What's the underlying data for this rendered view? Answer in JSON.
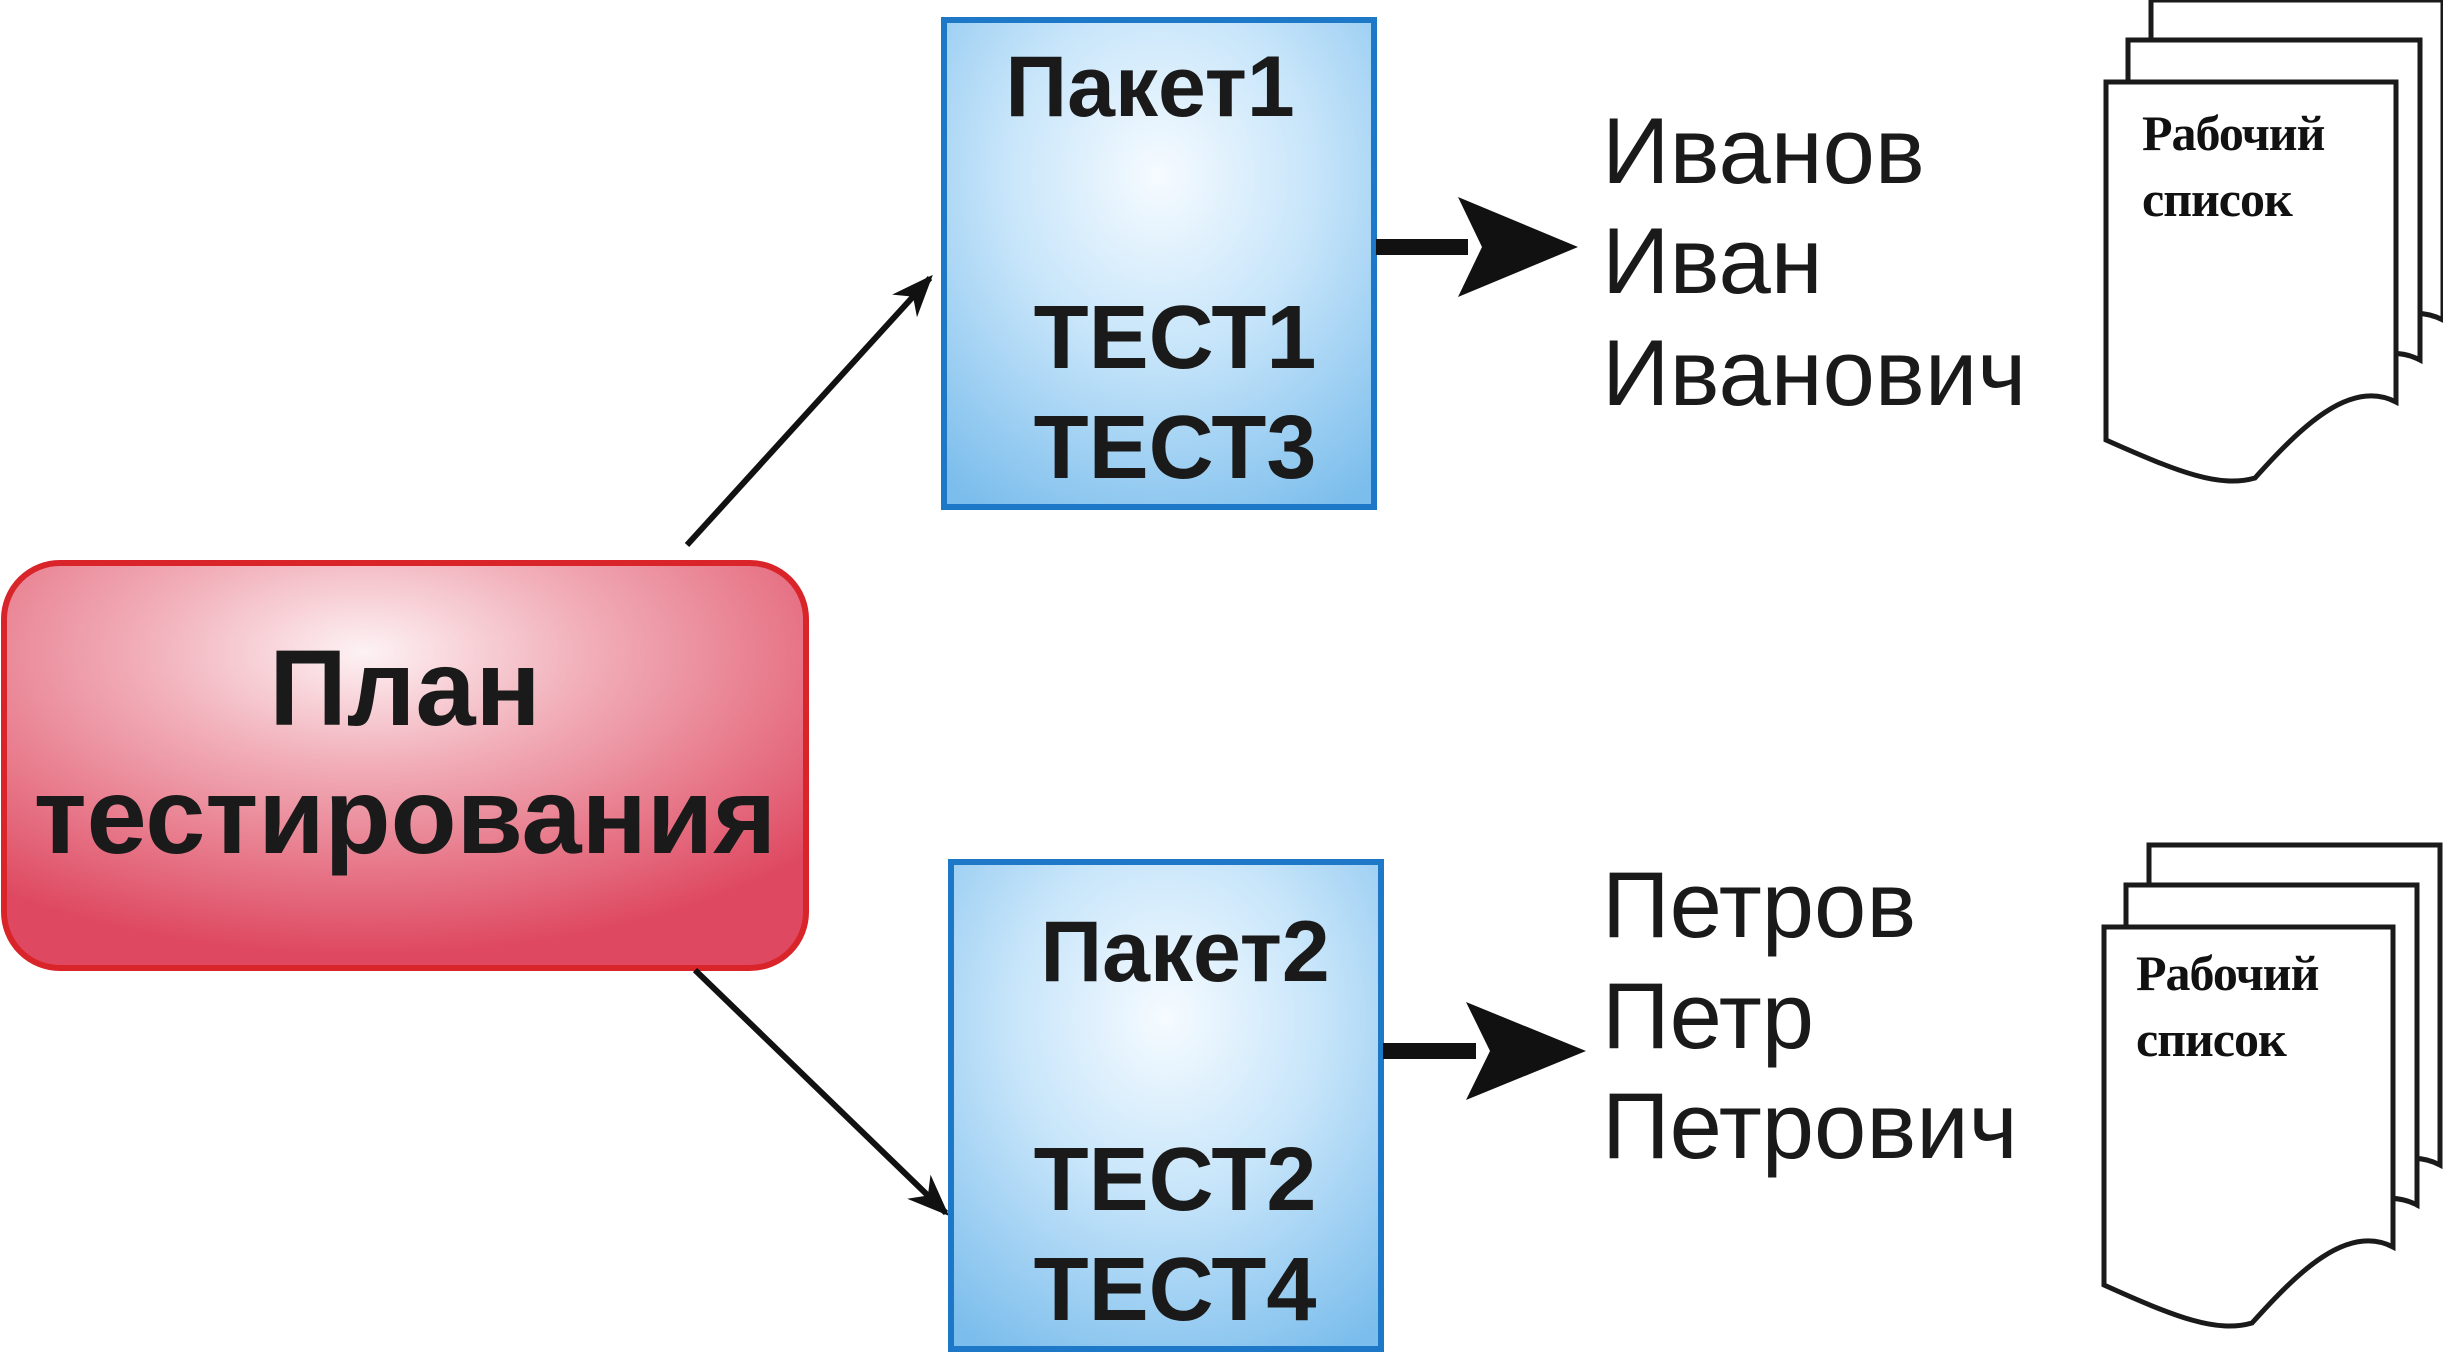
{
  "plan": {
    "lines": [
      "План",
      "тестирования"
    ]
  },
  "packages": [
    {
      "title": "Пакет1",
      "tests": [
        "ТЕСТ1",
        "ТЕСТ3"
      ],
      "assignee": [
        "Иванов",
        "Иван",
        "Иванович"
      ],
      "document": [
        "Рабочий",
        "список"
      ]
    },
    {
      "title": "Пакет2",
      "tests": [
        "ТЕСТ2",
        "ТЕСТ4"
      ],
      "assignee": [
        "Петров",
        "Петр",
        "Петрович"
      ],
      "document": [
        "Рабочий",
        "список"
      ]
    }
  ],
  "colors": {
    "plan_fill_edge": "#e0485e",
    "plan_fill_center": "#fbe7ea",
    "plan_stroke": "#d9252a",
    "package_fill_edge": "#88c6f0",
    "package_fill_center": "#f2f9ff",
    "package_stroke": "#1e78c8",
    "arrow": "#111111"
  }
}
